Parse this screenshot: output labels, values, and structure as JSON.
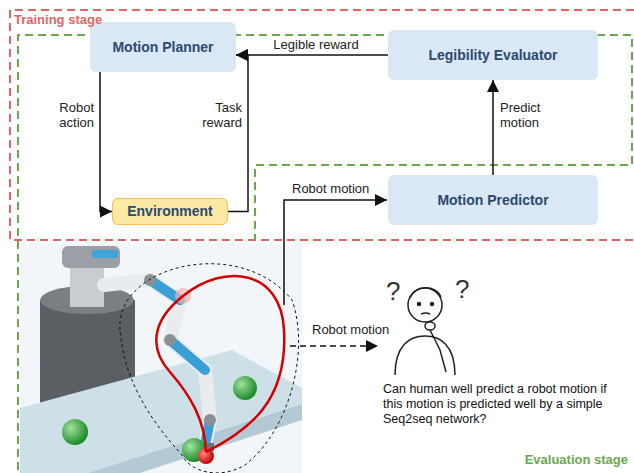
{
  "diagram": {
    "nodes": [
      {
        "text": [
          "Motion Planner"
        ]
      },
      {
        "text": [
          "Legibility Evaluator"
        ]
      },
      {
        "text": [
          "Environment"
        ]
      },
      {
        "text": [
          "Motion Predictor"
        ]
      }
    ],
    "edges": [
      {
        "from": 1,
        "to": 0,
        "label": "Legible reward",
        "arrow": "to"
      },
      {
        "from": 0,
        "to": 2,
        "label": "Robot action",
        "arrow": "to"
      },
      {
        "from": 2,
        "to": 0,
        "label": "Task reward",
        "arrow": "to"
      },
      {
        "from": 3,
        "to": 1,
        "label": "Predict motion",
        "arrow": "to"
      }
    ],
    "labels": [
      "Training stage",
      "Robot motion",
      "Robot motion",
      "?",
      "?",
      "Can human well predict a robot motion if this motion is predicted well by a simple Seq2seq network?",
      "Evaluation stage"
    ]
  }
}
